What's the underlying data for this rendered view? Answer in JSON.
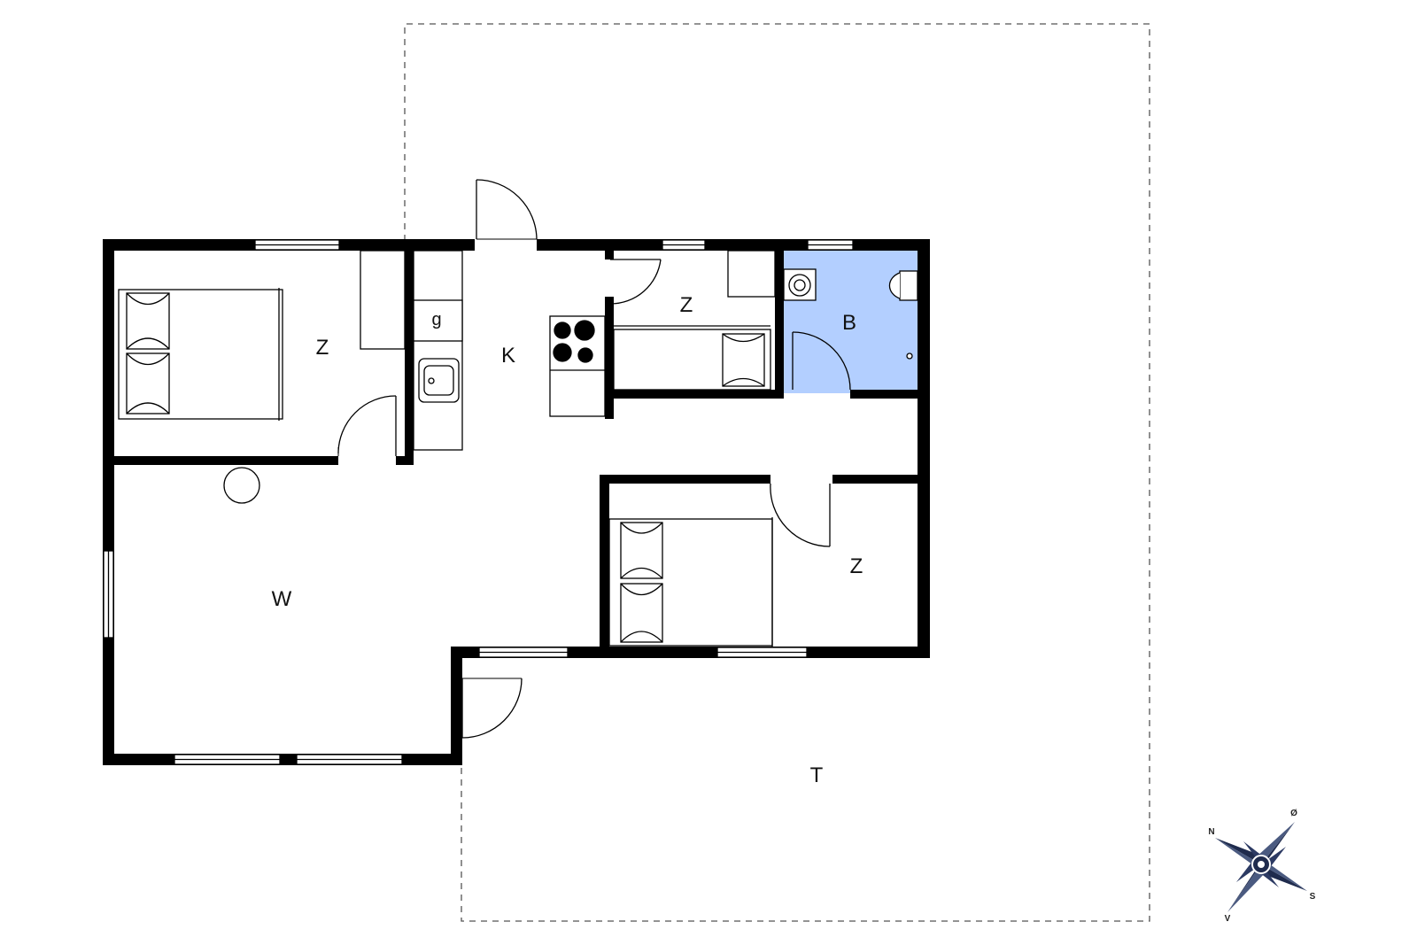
{
  "plan": {
    "room_labels": {
      "bedroom_northwest": "Z",
      "kitchen": "K",
      "gas": "g",
      "bedroom_north_small": "Z",
      "bathroom": "B",
      "living": "W",
      "bedroom_south": "Z",
      "terrace": "T"
    },
    "compass": {
      "n": "N",
      "e": "Ø",
      "s": "S",
      "w": "V"
    },
    "colors": {
      "wall": "#000000",
      "bathroom_fill": "#b3cfff",
      "outline": "#333333",
      "compass": "#1f2b4d"
    }
  }
}
